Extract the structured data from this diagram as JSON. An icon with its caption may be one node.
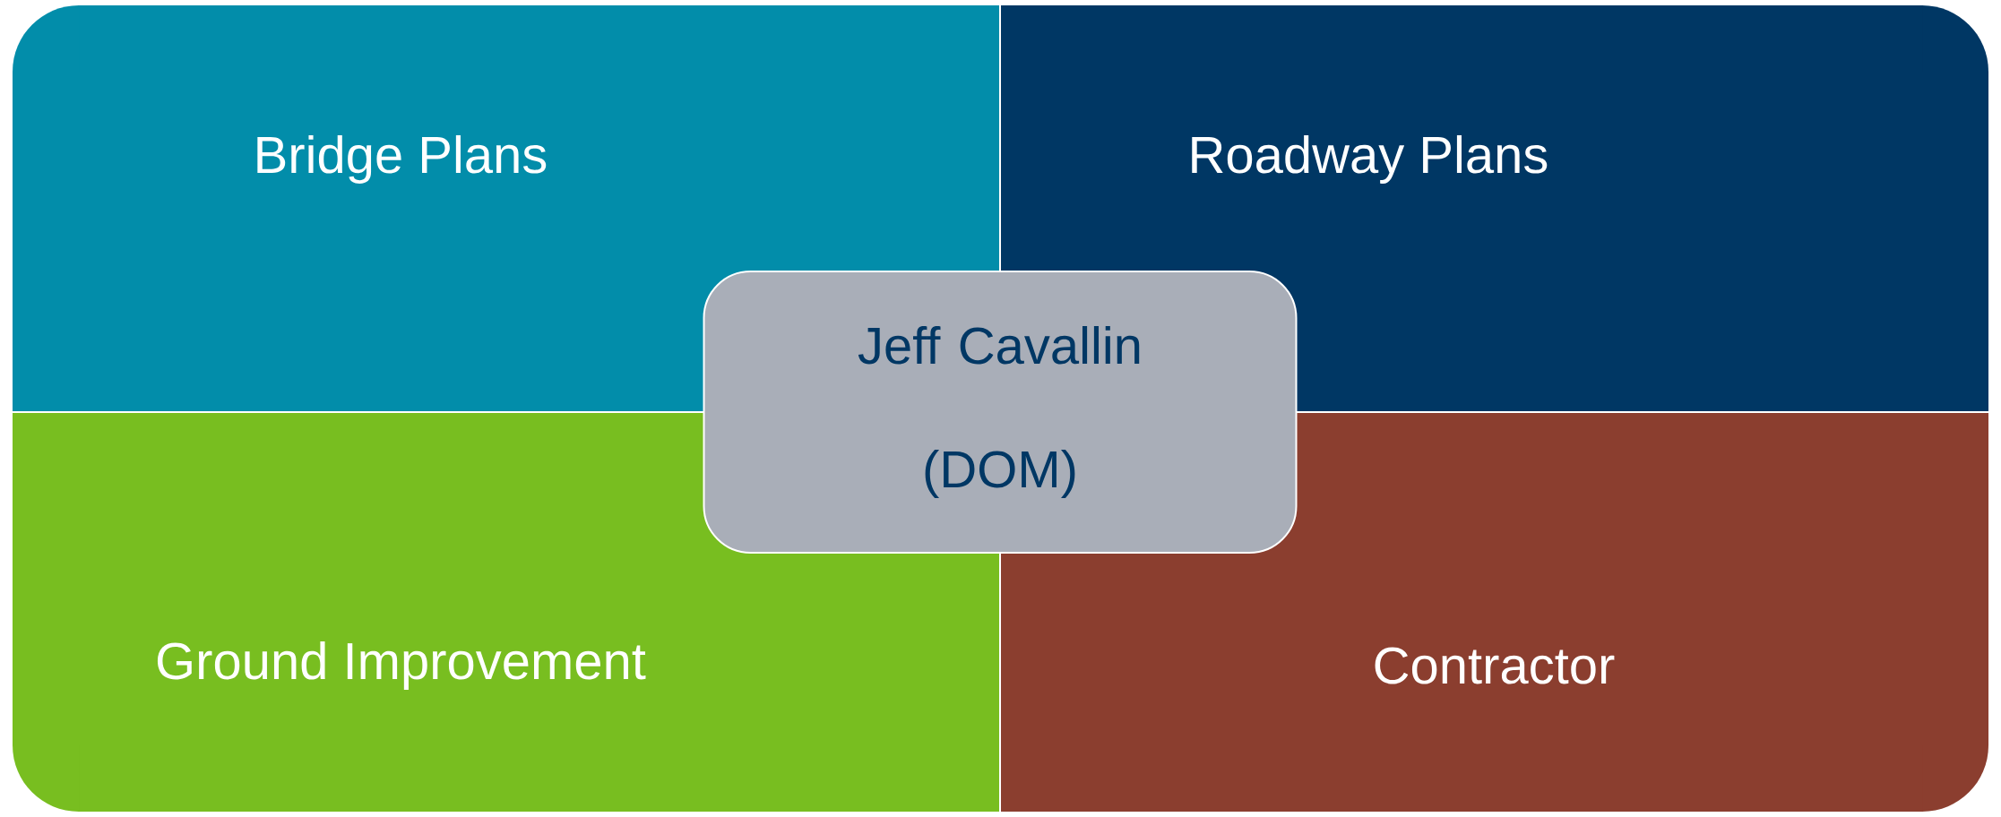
{
  "diagram": {
    "nodes": [
      {
        "text": [
          "Bridge Plans"
        ]
      },
      {
        "text": [
          "Roadway Plans"
        ]
      },
      {
        "text": [
          "Ground Improvement"
        ]
      },
      {
        "text": [
          "Contractor"
        ]
      },
      {
        "text": [
          "Jeff Cavallin (DOM)"
        ]
      }
    ]
  }
}
